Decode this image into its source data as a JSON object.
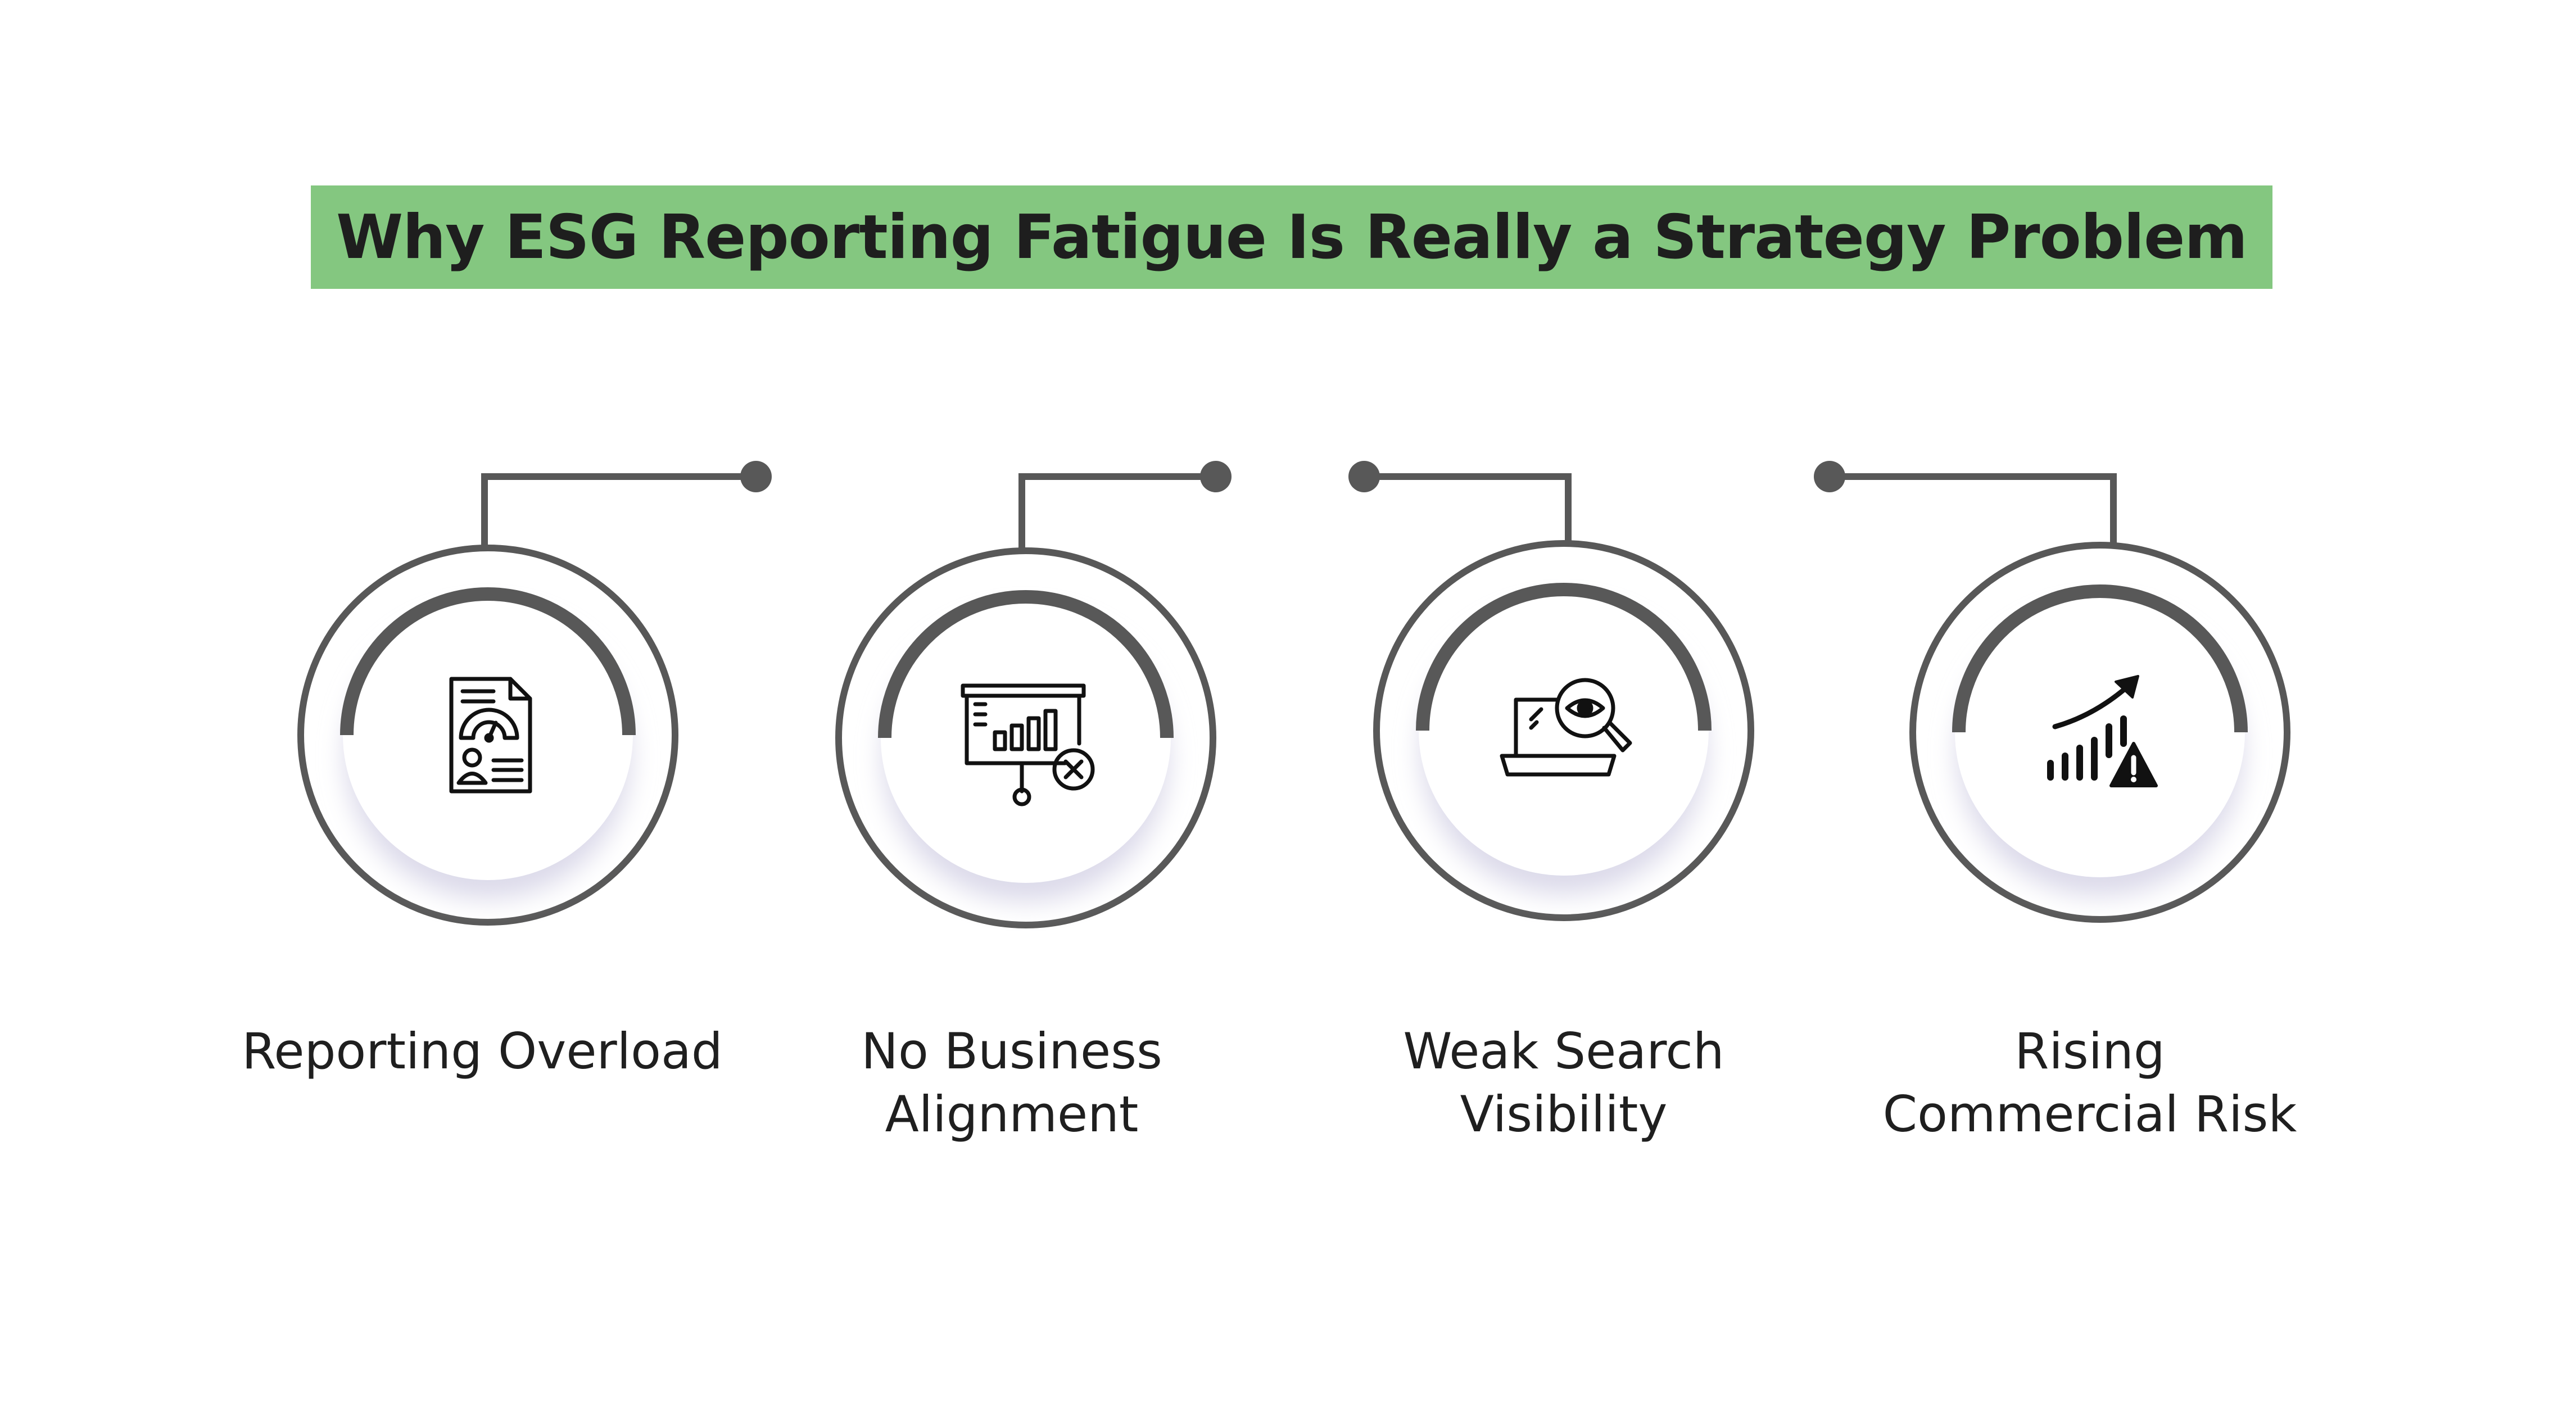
{
  "title": "Why ESG Reporting Fatigue Is Really a Strategy Problem",
  "colors": {
    "title_band": "#84c780",
    "ring": "#585858",
    "icon": "#111111",
    "shadow": "#dcdaea",
    "text": "#1f1f1f"
  },
  "steps": [
    {
      "lines": [
        "Reporting Overload"
      ],
      "icon": "report-gauge-icon"
    },
    {
      "lines": [
        "No Business",
        "Alignment"
      ],
      "icon": "presentation-board-error-icon"
    },
    {
      "lines": [
        "Weak Search",
        "Visibility"
      ],
      "icon": "laptop-magnifier-eye-icon"
    },
    {
      "lines": [
        "Rising",
        "Commercial Risk"
      ],
      "icon": "rising-chart-warning-icon"
    }
  ]
}
